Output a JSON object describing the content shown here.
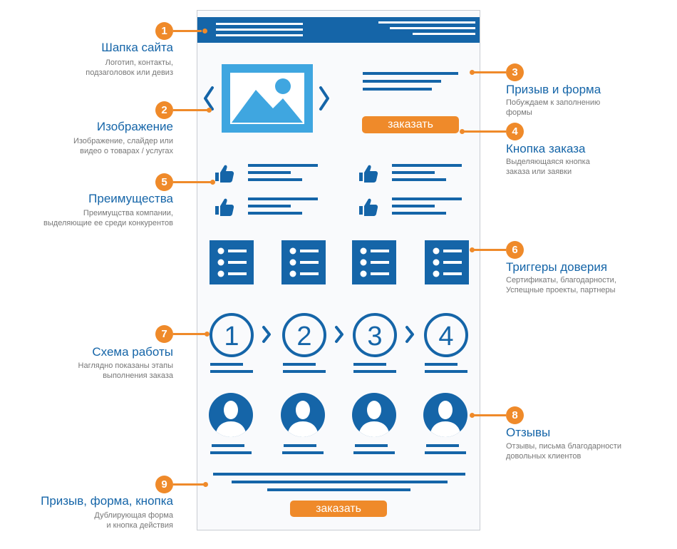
{
  "colors": {
    "brand": "#1565a8",
    "accent": "#ef8a2a",
    "light_blue": "#3fa6e0",
    "text_gray": "#777777"
  },
  "sections": [
    {
      "number": "1",
      "title": "Шапка сайта",
      "desc_lines": [
        "Логотип, контакты,",
        "подзаголовок или девиз"
      ]
    },
    {
      "number": "2",
      "title": "Изображение",
      "desc_lines": [
        "Изображение, слайдер  или",
        "видео о товарах / услугах"
      ]
    },
    {
      "number": "3",
      "title": "Призыв и форма",
      "desc_lines": [
        "Побуждаем к заполнению",
        "формы"
      ]
    },
    {
      "number": "4",
      "title": "Кнопка заказа",
      "desc_lines": [
        "Выделяющаяся кнопка",
        "заказа или заявки"
      ]
    },
    {
      "number": "5",
      "title": "Преимущества",
      "desc_lines": [
        "Преимущства компании,",
        "выделяющие ее среди конкурентов"
      ]
    },
    {
      "number": "6",
      "title": "Триггеры доверия",
      "desc_lines": [
        "Сертификаты, благодарности,",
        "Успещные проекты, партнеры"
      ]
    },
    {
      "number": "7",
      "title": "Схема работы",
      "desc_lines": [
        "Наглядно показаны этапы",
        "выполнения заказа"
      ]
    },
    {
      "number": "8",
      "title": "Отзывы",
      "desc_lines": [
        "Отзывы, письма благодарности",
        "довольных клиентов"
      ]
    },
    {
      "number": "9",
      "title": "Призыв, форма, кнопка",
      "desc_lines": [
        "Дублирующая форма",
        "и кнопка действия"
      ]
    }
  ],
  "order_button_label": "заказать",
  "bottom_button_label": "заказать",
  "steps": [
    "1",
    "2",
    "3",
    "4"
  ],
  "icons": {
    "slider_prev": "chevron-left-icon",
    "slider_next": "chevron-right-icon",
    "image": "image-placeholder-icon",
    "benefit": "thumbs-up-icon",
    "trust": "list-document-icon",
    "step_arrow": "chevron-right-icon",
    "review": "user-avatar-icon"
  }
}
